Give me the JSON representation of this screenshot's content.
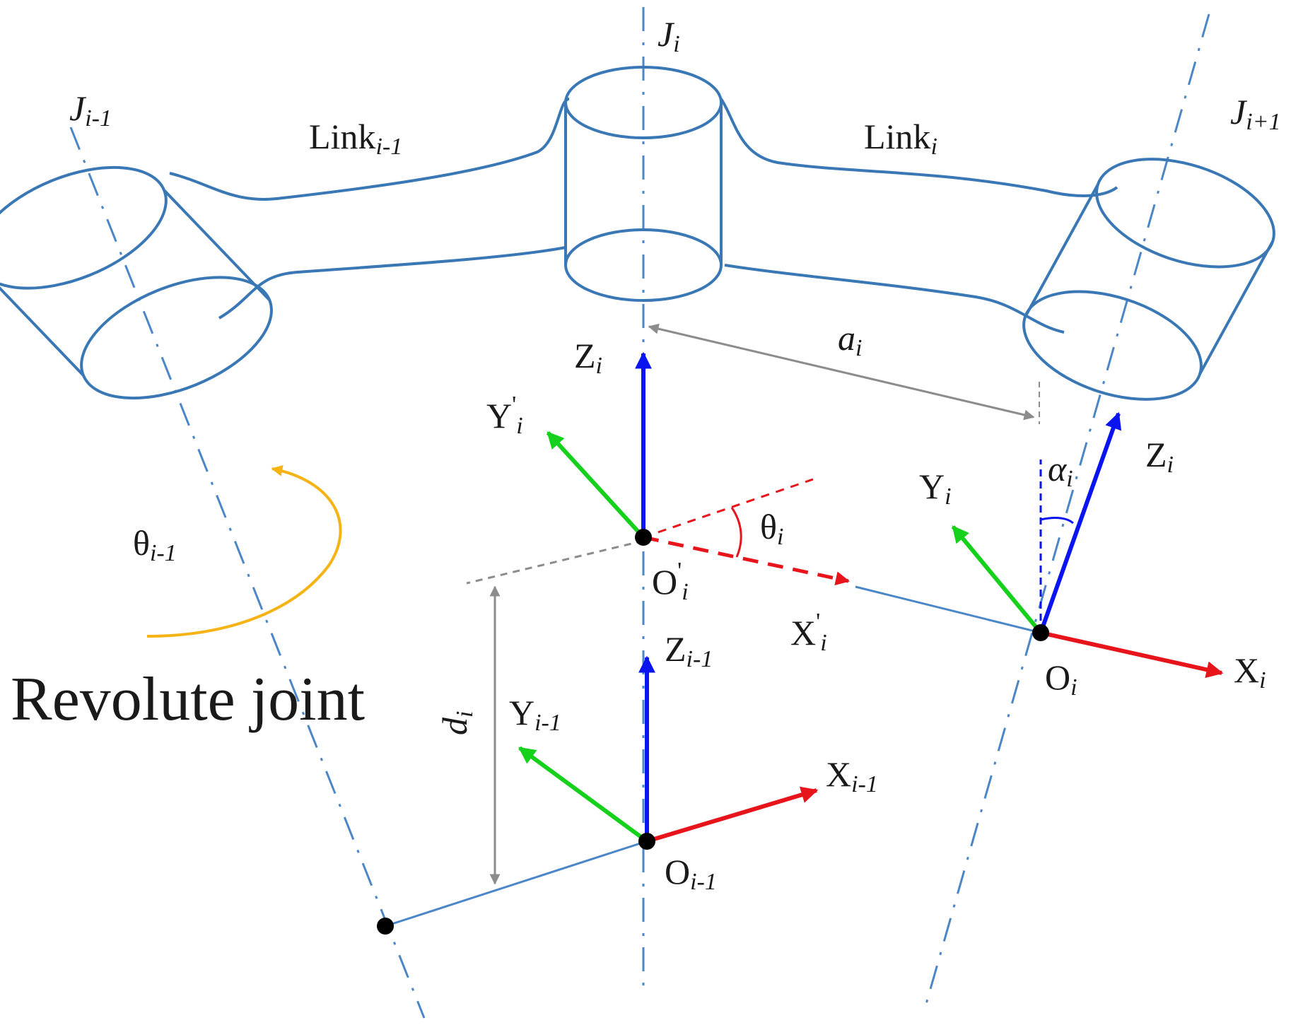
{
  "joints": {
    "prev": {
      "base": "J",
      "sub": "i-1"
    },
    "curr": {
      "base": "J",
      "sub": "i"
    },
    "next": {
      "base": "J",
      "sub": "i+1"
    }
  },
  "links": {
    "prev": {
      "base": "Link",
      "sub": "i-1"
    },
    "curr": {
      "base": "Link",
      "sub": "i"
    }
  },
  "frames": {
    "z_i_top": {
      "base": "Z",
      "sub": "i"
    },
    "y_i_prime": {
      "base": "Y",
      "sup": "'",
      "sub": "i"
    },
    "o_i_prime": {
      "base": "O",
      "sup": "'",
      "sub": "i"
    },
    "x_i_prime": {
      "base": "X",
      "sup": "'",
      "sub": "i"
    },
    "theta_i": {
      "base": "θ",
      "sub": "i"
    },
    "z_im1": {
      "base": "Z",
      "sub": "i-1"
    },
    "y_im1": {
      "base": "Y",
      "sub": "i-1"
    },
    "x_im1": {
      "base": "X",
      "sub": "i-1"
    },
    "o_im1": {
      "base": "O",
      "sub": "i-1"
    },
    "z_i_right": {
      "base": "Z",
      "sub": "i"
    },
    "y_i_right": {
      "base": "Y",
      "sub": "i"
    },
    "x_i_right": {
      "base": "X",
      "sub": "i"
    },
    "o_i": {
      "base": "O",
      "sub": "i"
    }
  },
  "params": {
    "a_i": {
      "base": "a",
      "sub": "i"
    },
    "alpha_i": {
      "base": "α",
      "sub": "i"
    },
    "d_i": {
      "base": "d",
      "sub": "i"
    },
    "theta_im1": {
      "base": "θ",
      "sub": "i-1"
    }
  },
  "caption": "Revolute joint",
  "colors": {
    "link": "#3a78b5",
    "axis_line": "#4a86c8",
    "x_axis": "#e8141b",
    "y_axis": "#16d11c",
    "z_axis": "#0a14f0",
    "dimension": "#8c8c8c",
    "rotation_arrow": "#f5b316",
    "origin": "#000000"
  }
}
